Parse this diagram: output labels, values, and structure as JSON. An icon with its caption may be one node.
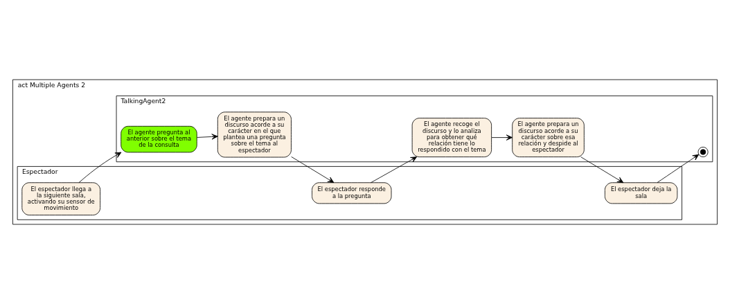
{
  "diagram": {
    "nodes": [
      {
        "text": [
          "act Multiple Agents 2"
        ]
      },
      {
        "text": [
          "TalkingAgent2"
        ],
        "in": 0
      },
      {
        "text": [
          "Espectador"
        ],
        "in": 0
      },
      {
        "text": [
          "El agente pregunta al anterior sobre el tema de la consulta"
        ],
        "in": 1
      },
      {
        "text": [
          "El agente prepara un discurso acorde a su carácter en el que plantea una pregunta sobre el tema al espectador"
        ],
        "in": 1
      },
      {
        "text": [
          "El agente recoge el discurso y lo analiza para obtener qué relación tiene lo respondido con el tema"
        ],
        "in": 1
      },
      {
        "text": [
          "El agente prepara un discurso acorde a su carácter sobre esa relación y despide al espectador"
        ],
        "in": 1
      },
      {
        "text": [],
        "shape": "circle",
        "in": 1
      },
      {
        "text": [
          "El espectador llega a la siguiente sala, activando su sensor de movimiento"
        ],
        "in": 2
      },
      {
        "text": [
          "El espectador responde a la pregunta"
        ],
        "in": 2
      },
      {
        "text": [
          "El espectador deja la sala"
        ],
        "in": 2
      }
    ],
    "edges": [
      {
        "from": 8,
        "to": 3,
        "arrow": "to"
      },
      {
        "from": 3,
        "to": 4,
        "arrow": "to"
      },
      {
        "from": 4,
        "to": 9,
        "arrow": "to"
      },
      {
        "from": 9,
        "to": 5,
        "arrow": "to"
      },
      {
        "from": 5,
        "to": 6,
        "arrow": "to"
      },
      {
        "from": 6,
        "to": 10,
        "arrow": "to"
      },
      {
        "from": 10,
        "to": 7,
        "arrow": "to"
      }
    ]
  }
}
